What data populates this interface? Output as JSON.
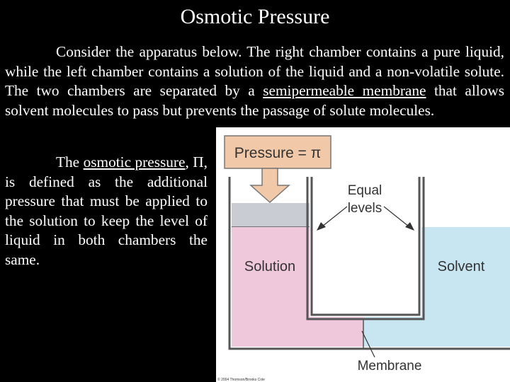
{
  "slide": {
    "title": "Osmotic Pressure",
    "para1": {
      "t1": "Consider the apparatus below.  The right chamber contains a pure liquid, while the left chamber contains a solution of the liquid and a non-volatile solute.  The two chambers are separated by a ",
      "link1": "semipermeable membrane",
      "t2": " that allows solvent molecules to pass but prevents the passage of solute molecules."
    },
    "para2": {
      "t1": "The ",
      "link1": "osmotic pressure",
      "t2": ", Π, is defined as the additional pressure that must be applied to the solution to keep the level of liquid in both chambers the same."
    }
  },
  "figure": {
    "pressure_label": "Pressure = π",
    "equal_levels_line1": "Equal",
    "equal_levels_line2": "levels",
    "solution_label": "Solution",
    "solvent_label": "Solvent",
    "membrane_label": "Membrane",
    "copyright": "© 2004 Thomson/Brooks Cole",
    "colors": {
      "pressure_box": "#f2c9a8",
      "arrow": "#f2c9a8",
      "piston": "#c9ccd3",
      "solution": "#efc8dc",
      "solvent": "#c8e6f2",
      "wall": "#555555"
    }
  }
}
